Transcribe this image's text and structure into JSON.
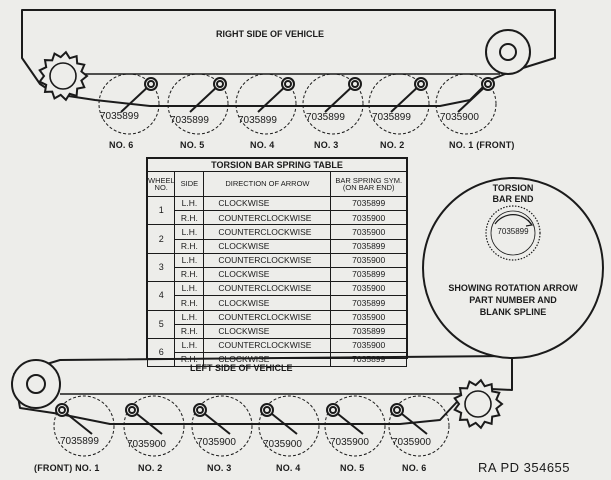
{
  "right_side_title": "RIGHT SIDE OF VEHICLE",
  "left_side_title": "LEFT SIDE OF VEHICLE",
  "right_wheels": [
    {
      "part": "7035899",
      "label": "NO. 6"
    },
    {
      "part": "7035899",
      "label": "NO. 5"
    },
    {
      "part": "7035899",
      "label": "NO. 4"
    },
    {
      "part": "7035899",
      "label": "NO. 3"
    },
    {
      "part": "7035899",
      "label": "NO. 2"
    },
    {
      "part": "7035900",
      "label": "NO. 1 (FRONT)"
    }
  ],
  "left_wheels": [
    {
      "part": "7035899",
      "label": "(FRONT) NO. 1"
    },
    {
      "part": "7035900",
      "label": "NO. 2"
    },
    {
      "part": "7035900",
      "label": "NO. 3"
    },
    {
      "part": "7035900",
      "label": "NO. 4"
    },
    {
      "part": "7035900",
      "label": "NO. 5"
    },
    {
      "part": "7035900",
      "label": "NO. 6"
    }
  ],
  "table": {
    "title": "TORSION BAR SPRING TABLE",
    "headers": [
      "WHEEL NO.",
      "SIDE",
      "DIRECTION OF ARROW",
      "BAR SPRING SYM. (ON BAR END)"
    ],
    "rows": [
      {
        "wheel": "1",
        "side": "L.H.",
        "direction": "CLOCKWISE",
        "sym": "7035899"
      },
      {
        "wheel": "",
        "side": "R.H.",
        "direction": "COUNTERCLOCKWISE",
        "sym": "7035900"
      },
      {
        "wheel": "2",
        "side": "L.H.",
        "direction": "COUNTERCLOCKWISE",
        "sym": "7035900"
      },
      {
        "wheel": "",
        "side": "R.H.",
        "direction": "CLOCKWISE",
        "sym": "7035899"
      },
      {
        "wheel": "3",
        "side": "L.H.",
        "direction": "COUNTERCLOCKWISE",
        "sym": "7035900"
      },
      {
        "wheel": "",
        "side": "R.H.",
        "direction": "CLOCKWISE",
        "sym": "7035899"
      },
      {
        "wheel": "4",
        "side": "L.H.",
        "direction": "COUNTERCLOCKWISE",
        "sym": "7035900"
      },
      {
        "wheel": "",
        "side": "R.H.",
        "direction": "CLOCKWISE",
        "sym": "7035899"
      },
      {
        "wheel": "5",
        "side": "L.H.",
        "direction": "COUNTERCLOCKWISE",
        "sym": "7035900"
      },
      {
        "wheel": "",
        "side": "R.H.",
        "direction": "CLOCKWISE",
        "sym": "7035899"
      },
      {
        "wheel": "6",
        "side": "L.H.",
        "direction": "COUNTERCLOCKWISE",
        "sym": "7035900"
      },
      {
        "wheel": "",
        "side": "R.H.",
        "direction": "CLOCKWISE",
        "sym": "7035899"
      }
    ]
  },
  "detail": {
    "title_line1": "TORSION",
    "title_line2": "BAR END",
    "part": "7035899",
    "caption_line1": "SHOWING ROTATION ARROW",
    "caption_line2": "PART NUMBER AND",
    "caption_line3": "BLANK SPLINE"
  },
  "credit": "RA PD 354655",
  "colors": {
    "ink": "#1b1b1b",
    "paper": "#ededea"
  }
}
